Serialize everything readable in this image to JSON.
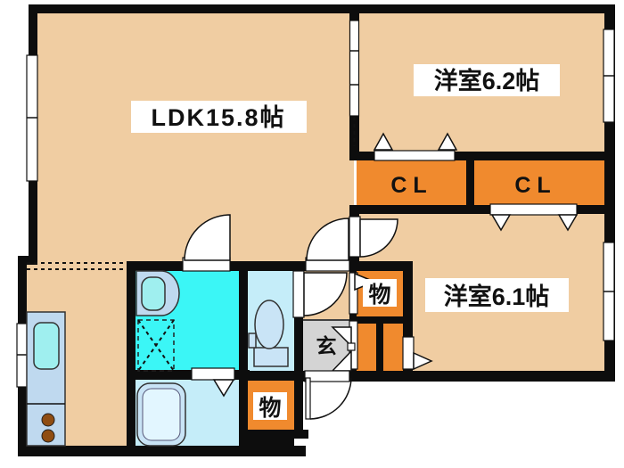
{
  "plan": {
    "kind": "apartment-floor-plan",
    "rooms": {
      "ldk": {
        "label": "LDK15.8帖",
        "area_tatami": 15.8
      },
      "western_room_62": {
        "label": "洋室6.2帖",
        "area_tatami": 6.2
      },
      "western_room_61": {
        "label": "洋室6.1帖",
        "area_tatami": 6.1
      },
      "closet_left": {
        "label": "CL"
      },
      "closet_right": {
        "label": "CL"
      },
      "hall_storage": {
        "label": "物"
      },
      "lower_storage": {
        "label": "物"
      },
      "entrance": {
        "label": "玄"
      }
    },
    "fixtures": [
      "kitchen-counter",
      "kitchen-sink",
      "stove-burners",
      "washbasin",
      "washing-machine-space",
      "bathtub",
      "toilet",
      "windows",
      "hinged-doors",
      "sliding-door",
      "folding-closet-doors"
    ]
  },
  "palette": {
    "wall": "#0d0d0d",
    "room_floor": "#f0cda2",
    "closet_orange": "#f08a2e",
    "washroom_cyan": "#3bf6f6",
    "bath_toilet_floor": "#c5edf9",
    "kitchen_counter": "#bfd9ef",
    "sink_cyan": "#9fefef",
    "entrance_gray": "#d4d4d4",
    "fixture_blue": "#c9e4f6",
    "burner_brown": "#8f4d12"
  }
}
